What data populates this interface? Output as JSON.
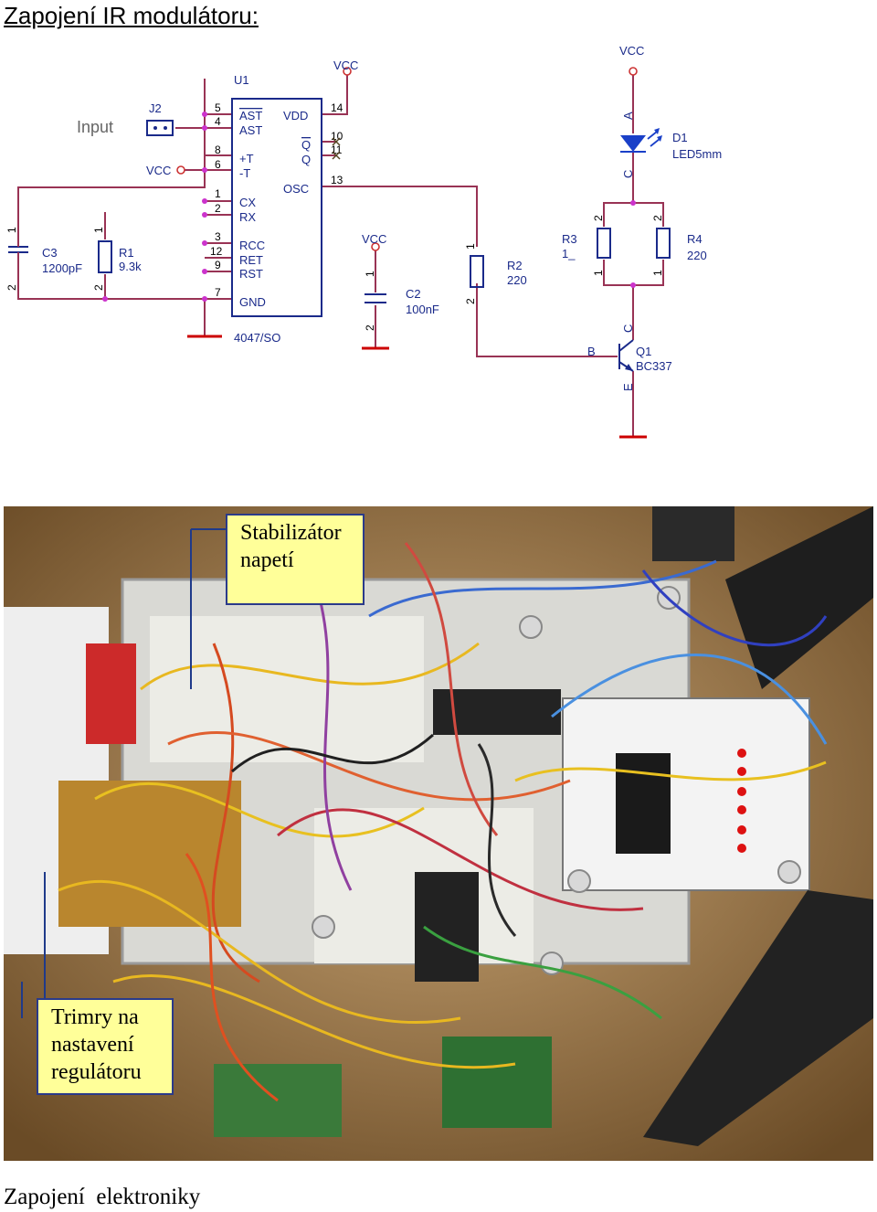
{
  "title": "Zapojení IR modulátoru:",
  "schematic": {
    "u1": {
      "ref": "U1",
      "package": "4047/SO",
      "left_pins": [
        "AST",
        "AST",
        "+T",
        "-T",
        "CX",
        "RX",
        "RCC",
        "RET",
        "RST",
        "GND"
      ],
      "left_pin_numbers": [
        "5",
        "4",
        "8",
        "6",
        "1",
        "2",
        "3",
        "12",
        "9",
        "7"
      ],
      "right_pins": [
        "VDD",
        "Q",
        "Q",
        "OSC"
      ],
      "right_pin_numbers": [
        "14",
        "10",
        "11",
        "13"
      ]
    },
    "j2": {
      "ref": "J2",
      "label": "Input"
    },
    "c3": {
      "ref": "C3",
      "value": "1200pF",
      "pin1": "1",
      "pin2": "2"
    },
    "r1": {
      "ref": "R1",
      "value": "9.3k",
      "pin1": "1",
      "pin2": "2"
    },
    "c2": {
      "ref": "C2",
      "value": "100nF",
      "pin1": "1",
      "pin2": "2"
    },
    "r2": {
      "ref": "R2",
      "value": "220",
      "pin1": "1",
      "pin2": "2"
    },
    "r3": {
      "ref": "R3",
      "value": "1_",
      "pin1": "1",
      "pin2": "2"
    },
    "r4": {
      "ref": "R4",
      "value": "220",
      "pin1": "1",
      "pin2": "2"
    },
    "d1": {
      "ref": "D1",
      "value": "LED5mm",
      "anode": "A",
      "cathode": "C"
    },
    "q1": {
      "ref": "Q1",
      "value": "BC337",
      "base": "B",
      "collector": "C",
      "emitter": "E"
    },
    "vcc": "VCC"
  },
  "photo": {
    "callout_stabilizer": [
      "Stabilizátor",
      "napetí"
    ],
    "callout_trimmers": [
      "Trimry na",
      "nastavení",
      "regulátoru"
    ]
  },
  "photo_caption": "Zapojení  elektroniky",
  "colors": {
    "wire": "#993355",
    "net_dot": "#cc33cc",
    "vcc_circle": "#cc3333",
    "ground": "#cc0000",
    "led": "#1a40c8",
    "callout_fill": "#ffff99"
  }
}
